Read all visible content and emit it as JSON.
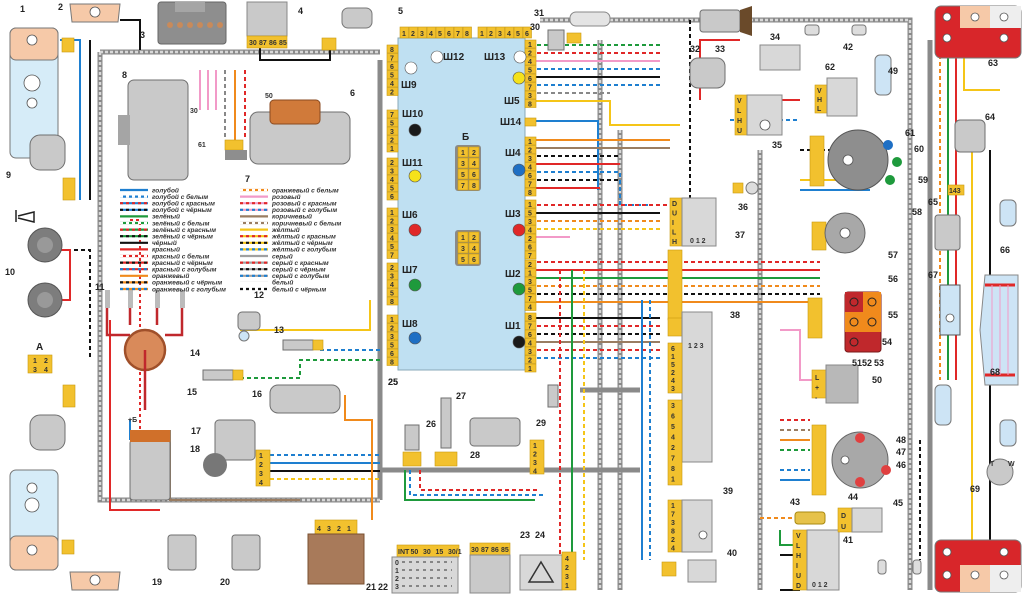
{
  "diagram": {
    "title": "Схема электрооборудования",
    "fuse_block": {
      "label": "25",
      "connectors": [
        {
          "id": "sh12",
          "label": "Ш12",
          "dot": "#ffffff"
        },
        {
          "id": "sh13",
          "label": "Ш13",
          "dot": "#ffffff"
        },
        {
          "id": "sh9",
          "label": "Ш9",
          "dot": "#ffffff"
        },
        {
          "id": "sh5",
          "label": "Ш5",
          "dot": "#f5e21b"
        },
        {
          "id": "sh10",
          "label": "Ш10",
          "dot": "#1a1a1a"
        },
        {
          "id": "sh14",
          "label": "Ш14",
          "dot": null
        },
        {
          "id": "sh11",
          "label": "Ш11",
          "dot": "#f5e21b"
        },
        {
          "id": "sh4",
          "label": "Ш4",
          "dot": "#1e6fc4"
        },
        {
          "id": "sh6",
          "label": "Ш6",
          "dot": "#e02828"
        },
        {
          "id": "sh3",
          "label": "Ш3",
          "dot": "#e02828"
        },
        {
          "id": "sh7",
          "label": "Ш7",
          "dot": "#1e9a3c"
        },
        {
          "id": "sh2",
          "label": "Ш2",
          "dot": "#1e9a3c"
        },
        {
          "id": "sh8",
          "label": "Ш8",
          "dot": "#1e6fc4"
        },
        {
          "id": "sh1",
          "label": "Ш1",
          "dot": "#1a1a1a"
        }
      ],
      "relay_socket_label": "Б",
      "relay_socket_b_pins": [
        "1",
        "2",
        "3",
        "4",
        "5",
        "6",
        "7",
        "8"
      ],
      "relay_socket_2_pins": [
        "1",
        "2",
        "3",
        "4",
        "5",
        "6"
      ],
      "top_pins_sh12": [
        "1",
        "2",
        "3",
        "4",
        "5",
        "6",
        "7",
        "8"
      ],
      "top_pins_sh13": [
        "1",
        "2",
        "3",
        "4",
        "5",
        "6"
      ],
      "left_pins_sh9": [
        "8",
        "7",
        "6",
        "5",
        "4",
        "2"
      ],
      "left_pins_sh10": [
        "7",
        "5",
        "3",
        "2",
        "1"
      ],
      "left_pins_sh11": [
        "2",
        "3",
        "4",
        "5",
        "6"
      ],
      "left_pins_sh6": [
        "1",
        "2",
        "3",
        "4",
        "5",
        "7"
      ],
      "left_pins_sh7": [
        "2",
        "3",
        "4",
        "5",
        "8"
      ],
      "left_pins_sh8": [
        "1",
        "2",
        "3",
        "5",
        "6",
        "8"
      ],
      "right_pins_sh5": [
        "1",
        "2",
        "4",
        "5",
        "6",
        "7",
        "3",
        "8"
      ],
      "right_pins_sh4": [
        "1",
        "2",
        "3",
        "4",
        "6",
        "7",
        "8"
      ],
      "right_pins_sh3": [
        "1",
        "5",
        "3",
        "4",
        "2",
        "6",
        "7"
      ],
      "right_pins_sh2": [
        "2",
        "1",
        "3",
        "5",
        "7",
        "4"
      ],
      "right_pins_sh1": [
        "8",
        "7",
        "6",
        "4",
        "3",
        "2",
        "1"
      ]
    },
    "relay_4_pins": [
      "30",
      "87",
      "86",
      "85"
    ],
    "relay_23_pins": [
      "30",
      "87",
      "86",
      "85"
    ],
    "ignition_switch_22": {
      "pins": [
        "INT",
        "50",
        "30",
        "15",
        "30/1"
      ],
      "positions": [
        "0",
        "1",
        "2",
        "3"
      ]
    },
    "switch_37_pins": [
      "D",
      "U",
      "I",
      "L",
      "H"
    ],
    "switch_37_positions": "0 1 2",
    "switch_41_pins": [
      "V",
      "L",
      "H",
      "I",
      "U",
      "D"
    ],
    "switch_41_positions": "0 1 2",
    "switch_38_positions": "1 2 3",
    "switch_38_pins": [
      "6",
      "1",
      "5",
      "2",
      "4",
      "3"
    ],
    "switch_block_pins": [
      "3",
      "6",
      "5",
      "4",
      "2",
      "7",
      "8",
      "1"
    ],
    "switch_39_pins": [
      "1",
      "7",
      "3",
      "8",
      "2",
      "4"
    ],
    "heater_35_pins": [
      "V",
      "L",
      "H",
      "U"
    ],
    "heater_62_pins": [
      "V",
      "H",
      "L"
    ],
    "relay_50_pins": [
      "L",
      "+",
      "-"
    ],
    "relay_45_pins": [
      "D",
      "U"
    ],
    "sensor_69_pins": [
      "T",
      "W"
    ],
    "connector_a": {
      "label": "А",
      "pins": [
        "1",
        "2",
        "3",
        "4"
      ]
    },
    "fuel_65_pins": "143",
    "motor_18_pins": [
      "1",
      "2",
      "3",
      "4"
    ],
    "module_28_pins": [
      "1",
      "2",
      "3",
      "4"
    ],
    "module_21_pins": [
      "4",
      "3",
      "2",
      "1"
    ],
    "hazard_24_pins": [
      "4",
      "2",
      "3",
      "1"
    ],
    "coil_label": "+Б",
    "starter_labels": {
      "s50": "50",
      "a30": "30",
      "a61": "61"
    },
    "component_numbers": [
      "1",
      "2",
      "3",
      "4",
      "5",
      "6",
      "7",
      "8",
      "9",
      "10",
      "11",
      "12",
      "13",
      "14",
      "15",
      "16",
      "17",
      "18",
      "19",
      "20",
      "21",
      "22",
      "23",
      "24",
      "25",
      "26",
      "27",
      "28",
      "29",
      "30",
      "31",
      "32",
      "33",
      "34",
      "35",
      "36",
      "37",
      "38",
      "39",
      "40",
      "41",
      "42",
      "43",
      "44",
      "45",
      "46",
      "47",
      "48",
      "49",
      "50",
      "51",
      "52",
      "53",
      "54",
      "55",
      "56",
      "57",
      "58",
      "59",
      "60",
      "61",
      "62",
      "63",
      "64",
      "65",
      "66",
      "67",
      "68",
      "69"
    ]
  },
  "legend": {
    "left": [
      {
        "label": "голубой",
        "c1": "#1e7fd0",
        "c2": null
      },
      {
        "label": "голубой с белым",
        "c1": "#1e7fd0",
        "c2": "#ffffff"
      },
      {
        "label": "голубой с красным",
        "c1": "#1e7fd0",
        "c2": "#e02828"
      },
      {
        "label": "голубой с чёрным",
        "c1": "#1e7fd0",
        "c2": "#111111"
      },
      {
        "label": "зелёный",
        "c1": "#1e9a3c",
        "c2": null
      },
      {
        "label": "зелёный с белым",
        "c1": "#1e9a3c",
        "c2": "#ffffff"
      },
      {
        "label": "зелёный с красным",
        "c1": "#1e9a3c",
        "c2": "#e02828"
      },
      {
        "label": "зелёный с чёрным",
        "c1": "#1e9a3c",
        "c2": "#111111"
      },
      {
        "label": "чёрный",
        "c1": "#111111",
        "c2": null
      },
      {
        "label": "красный",
        "c1": "#e02828",
        "c2": null
      },
      {
        "label": "красный с белым",
        "c1": "#e02828",
        "c2": "#ffffff"
      },
      {
        "label": "красный с чёрным",
        "c1": "#e02828",
        "c2": "#111111"
      },
      {
        "label": "красный с голубым",
        "c1": "#e02828",
        "c2": "#1e7fd0"
      },
      {
        "label": "оранжевый",
        "c1": "#f08a1c",
        "c2": null
      },
      {
        "label": "оранжевый с чёрным",
        "c1": "#f08a1c",
        "c2": "#111111"
      },
      {
        "label": "оранжевый с голубым",
        "c1": "#f08a1c",
        "c2": "#1e7fd0"
      }
    ],
    "right": [
      {
        "label": "оранжевый с белым",
        "c1": "#f08a1c",
        "c2": "#ffffff"
      },
      {
        "label": "розовый",
        "c1": "#f29ac8",
        "c2": null
      },
      {
        "label": "розовый с красным",
        "c1": "#f29ac8",
        "c2": "#e02828"
      },
      {
        "label": "розовый с голубым",
        "c1": "#f29ac8",
        "c2": "#1e7fd0"
      },
      {
        "label": "коричневый",
        "c1": "#9a7d62",
        "c2": null
      },
      {
        "label": "коричневый с белым",
        "c1": "#9a7d62",
        "c2": "#ffffff"
      },
      {
        "label": "жёлтый",
        "c1": "#f5c518",
        "c2": null
      },
      {
        "label": "жёлтый с красным",
        "c1": "#f5c518",
        "c2": "#e02828"
      },
      {
        "label": "жёлтый с чёрным",
        "c1": "#f5c518",
        "c2": "#111111"
      },
      {
        "label": "жёлтый с голубым",
        "c1": "#f5c518",
        "c2": "#1e7fd0"
      },
      {
        "label": "серый",
        "c1": "#a0a0a0",
        "c2": null
      },
      {
        "label": "серый с красным",
        "c1": "#a0a0a0",
        "c2": "#e02828"
      },
      {
        "label": "серый с чёрным",
        "c1": "#a0a0a0",
        "c2": "#111111"
      },
      {
        "label": "серый с голубым",
        "c1": "#a0a0a0",
        "c2": "#1e7fd0"
      },
      {
        "label": "белый",
        "c1": "#ffffff",
        "c2": null
      },
      {
        "label": "белый с чёрным",
        "c1": "#ffffff",
        "c2": "#111111"
      }
    ]
  },
  "colors": {
    "fuse_block": "#bfe0f2",
    "connector": "#f2c12e",
    "harness": "#8a8a8a",
    "tail_light_red": "#d8262a",
    "tail_light_amber": "#f6c9a8",
    "warning_panel": "#c0282c",
    "warning_orange": "#f08a1c"
  }
}
